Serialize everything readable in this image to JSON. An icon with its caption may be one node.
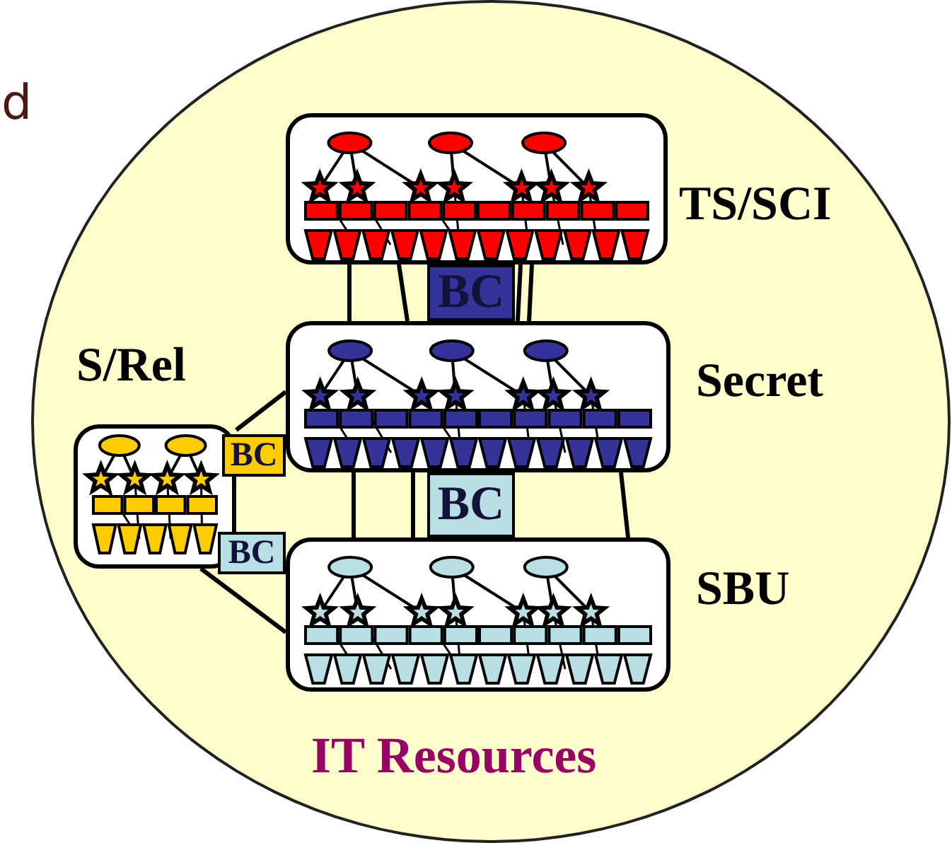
{
  "diagram": {
    "nodes": [
      {
        "text": [
          "IT Resources"
        ]
      },
      {
        "text": [
          "TS/SCI"
        ],
        "in": 0
      },
      {
        "text": [
          "BC"
        ],
        "in": 0
      },
      {
        "text": [
          "S/Rel"
        ],
        "in": 0
      },
      {
        "text": [
          "Secret"
        ],
        "in": 0
      },
      {
        "text": [
          "BC"
        ],
        "in": 0
      },
      {
        "text": [
          "BC"
        ],
        "in": 0
      },
      {
        "text": [
          "BC"
        ],
        "in": 0
      },
      {
        "text": [
          "SBU"
        ],
        "in": 0
      }
    ],
    "edges": [
      {
        "from": 1,
        "to": 4,
        "arrow": "none"
      },
      {
        "from": 1,
        "to": 4,
        "arrow": "none"
      },
      {
        "from": 1,
        "to": 4,
        "arrow": "none"
      },
      {
        "from": 1,
        "to": 4,
        "arrow": "none"
      },
      {
        "from": 4,
        "to": 8,
        "arrow": "none"
      },
      {
        "from": 4,
        "to": 8,
        "arrow": "none"
      },
      {
        "from": 4,
        "to": 8,
        "arrow": "none"
      },
      {
        "from": 3,
        "to": 4,
        "arrow": "none"
      },
      {
        "from": 3,
        "to": 8,
        "arrow": "none"
      }
    ],
    "labels": [
      "d"
    ]
  }
}
